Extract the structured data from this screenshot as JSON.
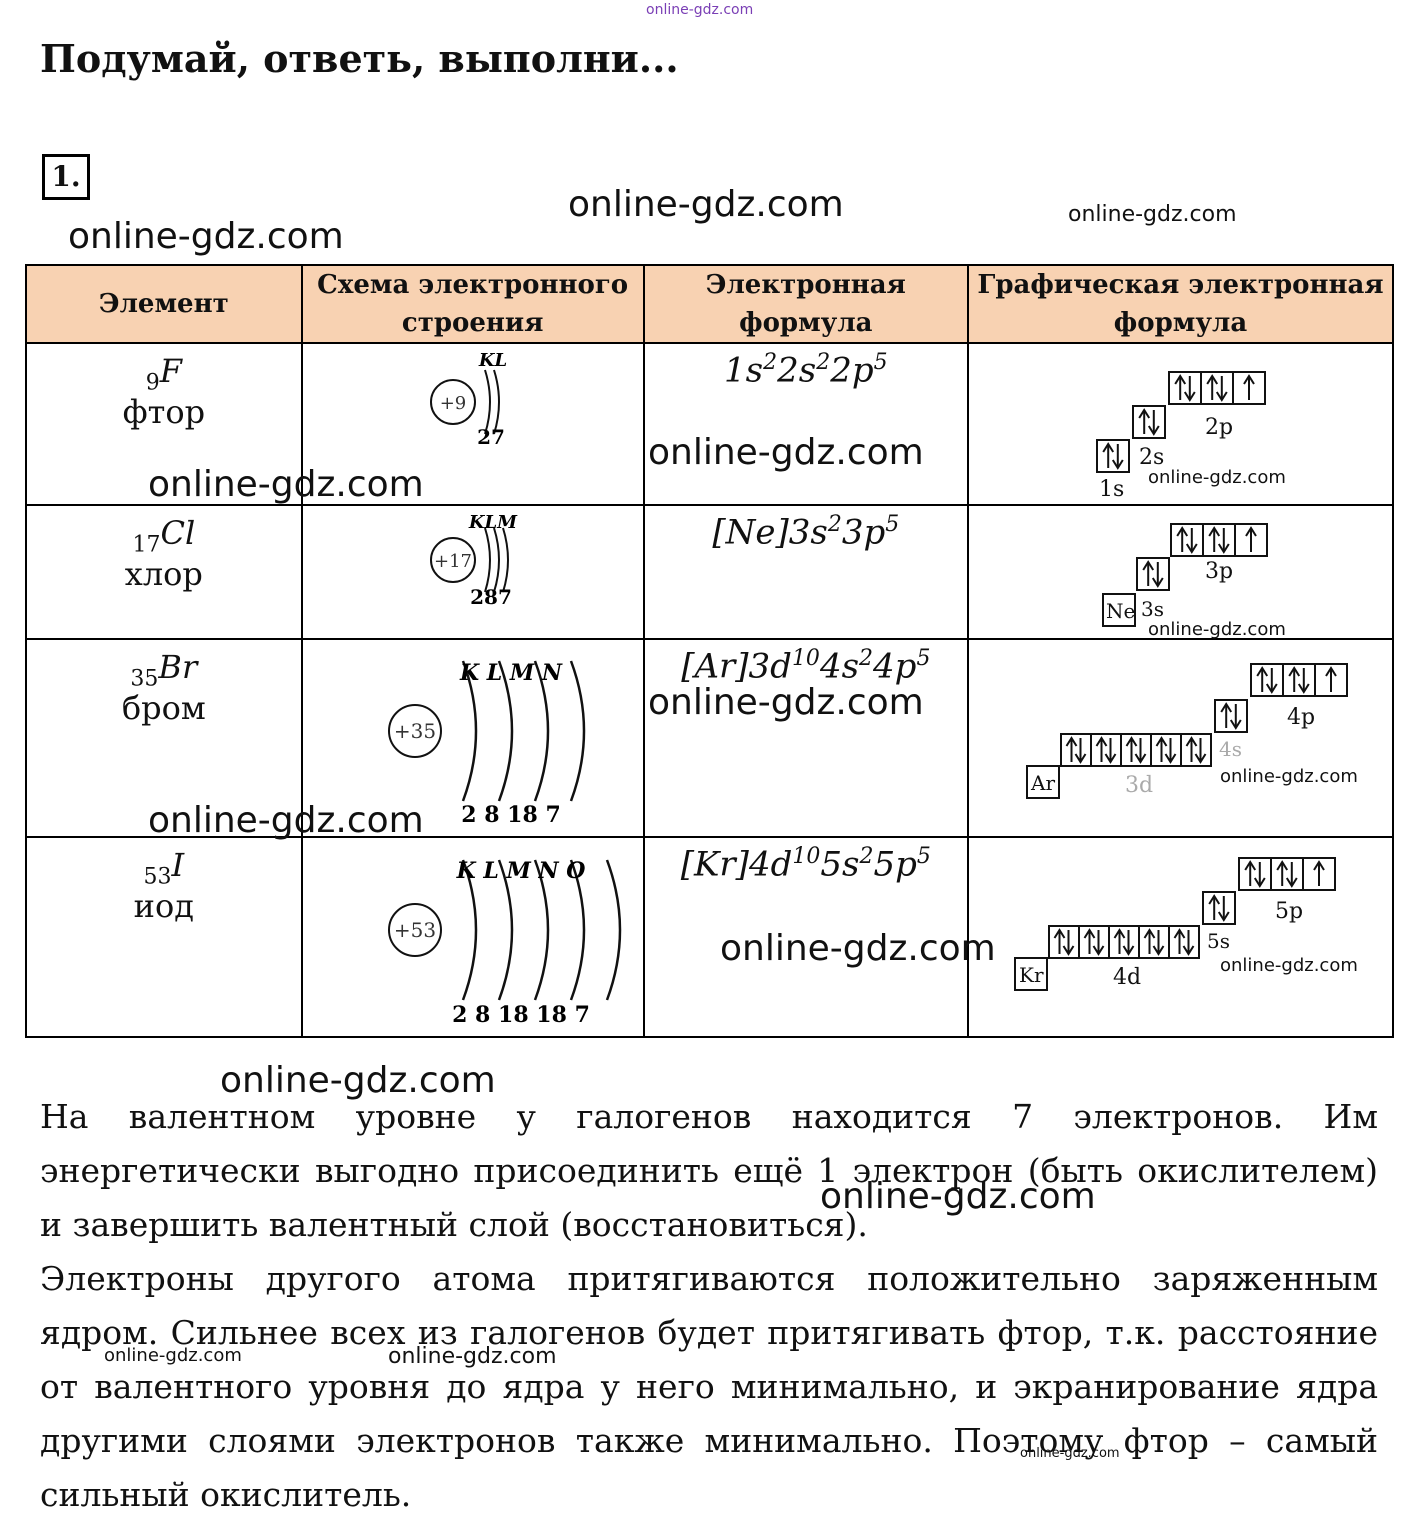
{
  "watermarks": {
    "top": "online-gdz.com",
    "text": "online-gdz.com"
  },
  "heading": "Подумай, ответь, выполни...",
  "task_number": "1.",
  "table": {
    "headers": [
      "Элемент",
      "Схема электронного строения",
      "Электронная формула",
      "Графическая электронная формула"
    ],
    "rows": [
      {
        "z": "9",
        "symbol": "F",
        "name": "фтор",
        "shells": "KL",
        "charge": "+9",
        "counts": "27",
        "formula_html": "1s<sup>2</sup>2s<sup>2</sup>2p<sup>5</sup>",
        "core": "",
        "s_label": "2s",
        "p_label": "2p",
        "extra_label": "1s",
        "d_label": ""
      },
      {
        "z": "17",
        "symbol": "Cl",
        "name": "хлор",
        "shells": "KLM",
        "charge": "+17",
        "counts": "287",
        "formula_html": "[Ne]3s<sup>2</sup>3p<sup>5</sup>",
        "core": "Ne",
        "s_label": "3s",
        "p_label": "3p",
        "extra_label": "",
        "d_label": ""
      },
      {
        "z": "35",
        "symbol": "Br",
        "name": "бром",
        "shells": "K L M N",
        "charge": "+35",
        "counts": "2 8 18 7",
        "formula_html": "[Ar]3d<sup>10</sup>4s<sup>2</sup>4p<sup>5</sup>",
        "core": "Ar",
        "s_label": "4s",
        "p_label": "4p",
        "extra_label": "",
        "d_label": "3d"
      },
      {
        "z": "53",
        "symbol": "I",
        "name": "иод",
        "shells": "K L M N O",
        "charge": "+53",
        "counts": "2 8 18 18 7",
        "formula_html": "[Kr]4d<sup>10</sup>5s<sup>2</sup>5p<sup>5</sup>",
        "core": "Kr",
        "s_label": "5s",
        "p_label": "5p",
        "extra_label": "",
        "d_label": "4d"
      }
    ]
  },
  "paragraph1": "На валентном уровне у галогенов находится 7 электронов. Им энергетически выгодно присоединить ещё 1 электрон (быть окислителем) и завершить валентный слой (восстановиться).",
  "paragraph2": "Электроны другого атома притягиваются положительно заряженным ядром. Сильнее всех из галогенов будет притягивать фтор, т.к. расстояние от валентного уровня до ядра у него минимально, и экранирование ядра другими слоями электронов также минимально. Поэтому фтор – самый сильный окислитель."
}
